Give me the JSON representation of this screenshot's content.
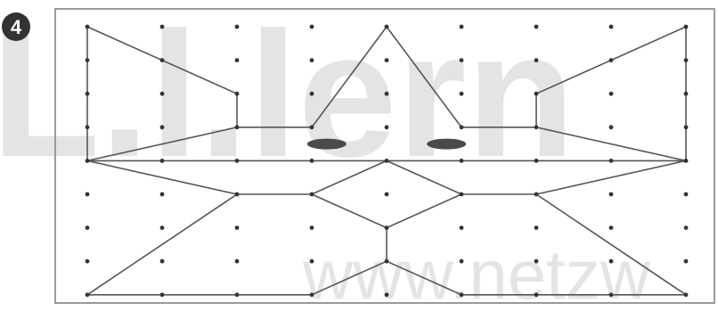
{
  "exercise": {
    "number": "4"
  },
  "watermark": {
    "brand_fragment": "L.l.lern",
    "url_fragment": "www.netzw"
  },
  "grid": {
    "columns": 9,
    "rows": 9,
    "dot_color": "#333333",
    "line_color": "#555555",
    "frame_color": "#9a9a9a"
  },
  "figure": {
    "description_hint": "",
    "segments": [
      [
        [
          0,
          0
        ],
        [
          2,
          2
        ]
      ],
      [
        [
          2,
          2
        ],
        [
          2,
          3
        ]
      ],
      [
        [
          2,
          3
        ],
        [
          3,
          3
        ]
      ],
      [
        [
          3,
          3
        ],
        [
          4,
          0
        ]
      ],
      [
        [
          4,
          0
        ],
        [
          5,
          3
        ]
      ],
      [
        [
          5,
          3
        ],
        [
          6,
          3
        ]
      ],
      [
        [
          6,
          3
        ],
        [
          6,
          2
        ]
      ],
      [
        [
          6,
          2
        ],
        [
          8,
          0
        ]
      ],
      [
        [
          8,
          0
        ],
        [
          8,
          4
        ]
      ],
      [
        [
          8,
          4
        ],
        [
          6,
          3
        ]
      ],
      [
        [
          0,
          0
        ],
        [
          0,
          4
        ]
      ],
      [
        [
          0,
          4
        ],
        [
          2,
          3
        ]
      ],
      [
        [
          0,
          4
        ],
        [
          2,
          5
        ]
      ],
      [
        [
          2,
          5
        ],
        [
          3,
          5
        ]
      ],
      [
        [
          3,
          5
        ],
        [
          4,
          4
        ]
      ],
      [
        [
          4,
          4
        ],
        [
          5,
          5
        ]
      ],
      [
        [
          5,
          5
        ],
        [
          6,
          5
        ]
      ],
      [
        [
          6,
          5
        ],
        [
          8,
          4
        ]
      ],
      [
        [
          3,
          5
        ],
        [
          4,
          6
        ]
      ],
      [
        [
          4,
          6
        ],
        [
          5,
          5
        ]
      ],
      [
        [
          2,
          5
        ],
        [
          0,
          8
        ]
      ],
      [
        [
          0,
          8
        ],
        [
          3,
          8
        ]
      ],
      [
        [
          3,
          8
        ],
        [
          4,
          7
        ]
      ],
      [
        [
          4,
          7
        ],
        [
          5,
          8
        ]
      ],
      [
        [
          5,
          8
        ],
        [
          8,
          8
        ]
      ],
      [
        [
          8,
          8
        ],
        [
          6,
          5
        ]
      ],
      [
        [
          4,
          6
        ],
        [
          4,
          7
        ]
      ],
      [
        [
          0,
          4
        ],
        [
          4,
          4
        ]
      ],
      [
        [
          4,
          4
        ],
        [
          8,
          4
        ]
      ]
    ],
    "eyes": [
      [
        3.2,
        3.5
      ],
      [
        4.8,
        3.5
      ]
    ],
    "eye_color": "#4a4a4a"
  }
}
